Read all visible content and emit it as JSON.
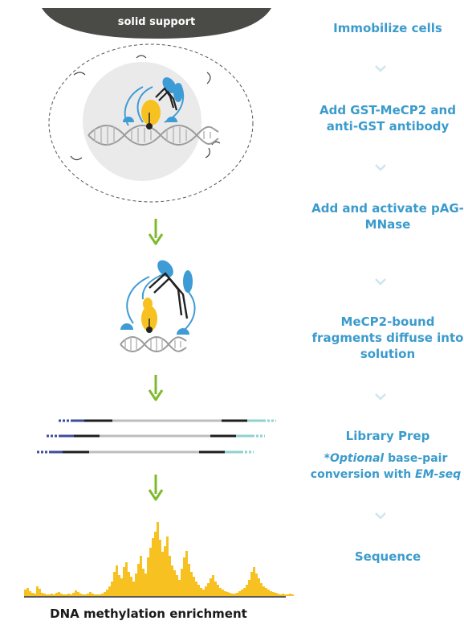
{
  "solid_support_label": "solid support",
  "steps": [
    {
      "label": "Immobilize cells"
    },
    {
      "label": "Add GST-MeCP2 and anti-GST antibody"
    },
    {
      "label": "Add and activate pAG-MNase"
    },
    {
      "label": "MeCP2-bound fragments diffuse into solution"
    },
    {
      "label": "Library Prep"
    },
    {
      "label": "Sequence"
    }
  ],
  "library_note": {
    "prefix": "*",
    "optional": "Optional",
    "middle": " base-pair conversion with ",
    "method": "EM-seq"
  },
  "footer_caption": "DNA methylation enrichment",
  "colors": {
    "step_text": "#3b9bcc",
    "chevron": "#cde6f1",
    "arrow": "#7dbb2d",
    "antibody_blue": "#3d9bd6",
    "mecp2_yellow": "#f7c221",
    "support": "#4a4a47",
    "histogram": "#f7c221",
    "adapter_navy": "#3e4d9a",
    "adapter_teal": "#8ed2cf"
  },
  "icons": [
    "solid-support",
    "cell",
    "antibody-complex",
    "dna-helix",
    "arrow-down-icon",
    "chevron-down-icon",
    "library-fragments",
    "coverage-histogram"
  ]
}
